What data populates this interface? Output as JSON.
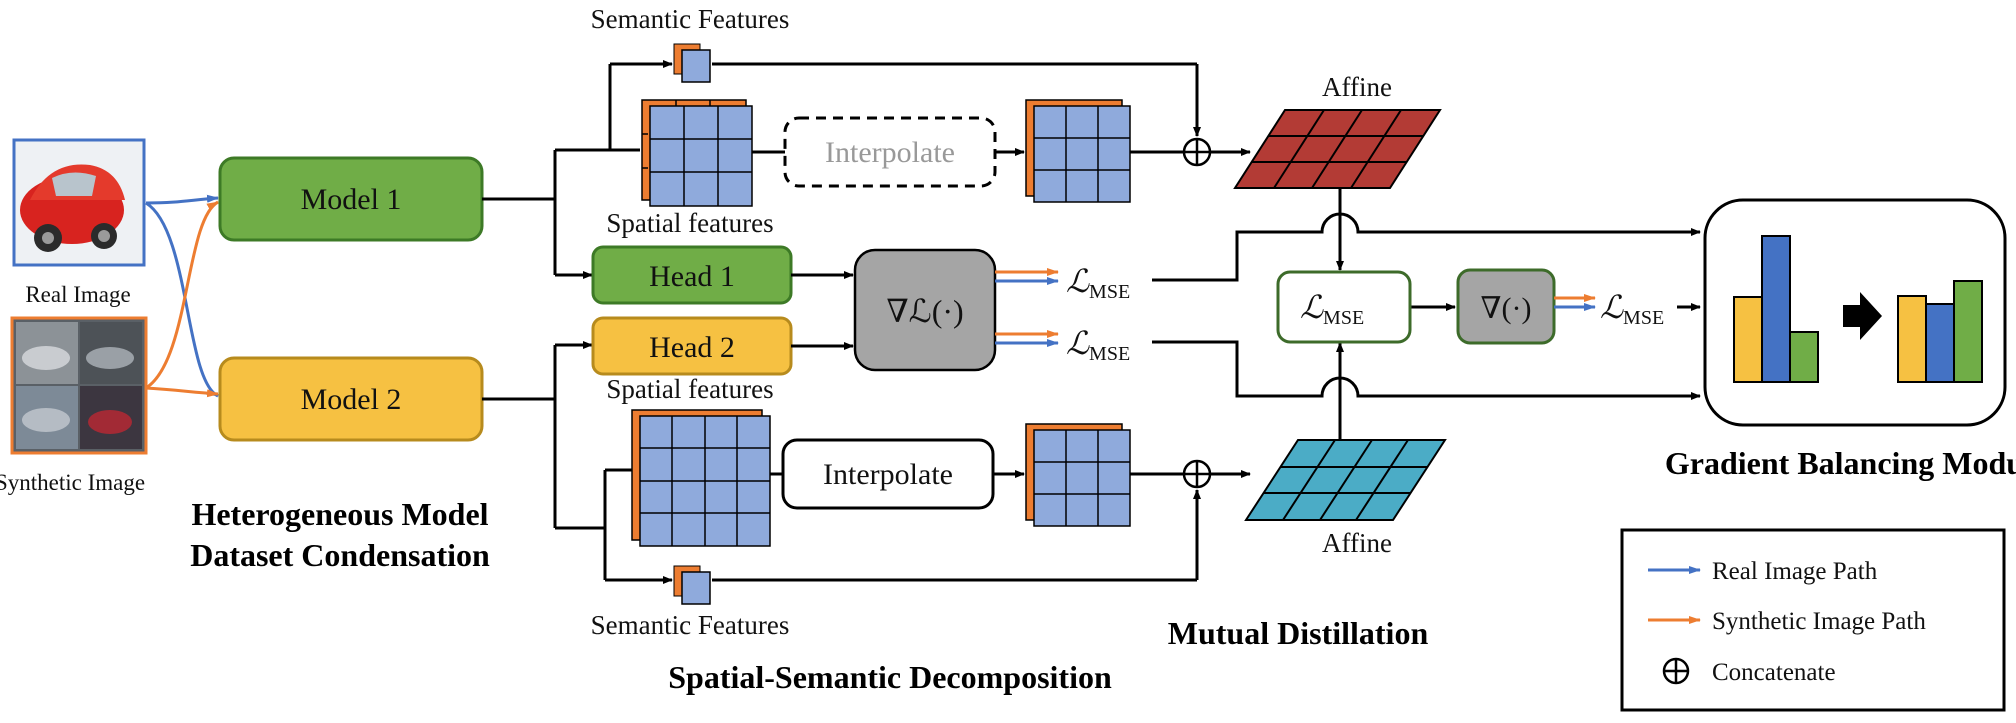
{
  "inputs": {
    "real_label": "Real Image",
    "synthetic_label": "Synthetic Image"
  },
  "models": {
    "model1": "Model 1",
    "model2": "Model 2",
    "head1": "Head 1",
    "head2": "Head 2",
    "grad_loss": "∇ℒ(·)"
  },
  "decomposition": {
    "semantic_top": "Semantic Features",
    "spatial_top": "Spatial features",
    "spatial_bottom": "Spatial features",
    "semantic_bottom": "Semantic Features",
    "interpolate_top": "Interpolate",
    "interpolate_bottom": "Interpolate",
    "concat_symbol": "⊕"
  },
  "distillation": {
    "affine_top": "Affine",
    "affine_bottom": "Affine",
    "loss_mse_base": "ℒ",
    "loss_mse_sub": "MSE",
    "grad_op": "∇(·)"
  },
  "section_titles": {
    "hetero_line1": "Heterogeneous Model",
    "hetero_line2": "Dataset Condensation",
    "ssd": "Spatial-Semantic Decomposition",
    "mutual": "Mutual Distillation",
    "gbm": "Gradient Balancing Module"
  },
  "legend": {
    "real_path": "Real Image Path",
    "synthetic_path": "Synthetic Image Path",
    "concatenate": "Concatenate",
    "concat_symbol": "⊕"
  },
  "colors": {
    "real_path": "#4472c4",
    "synthetic_path": "#ed7d31",
    "model1": "#70ad47",
    "model2": "#f6c142",
    "feature_blue": "#8faadc",
    "feature_orange": "#ed7d31",
    "affine_red": "#b33b35",
    "affine_teal": "#4bacc6",
    "grad_box": "#a5a5a5"
  }
}
